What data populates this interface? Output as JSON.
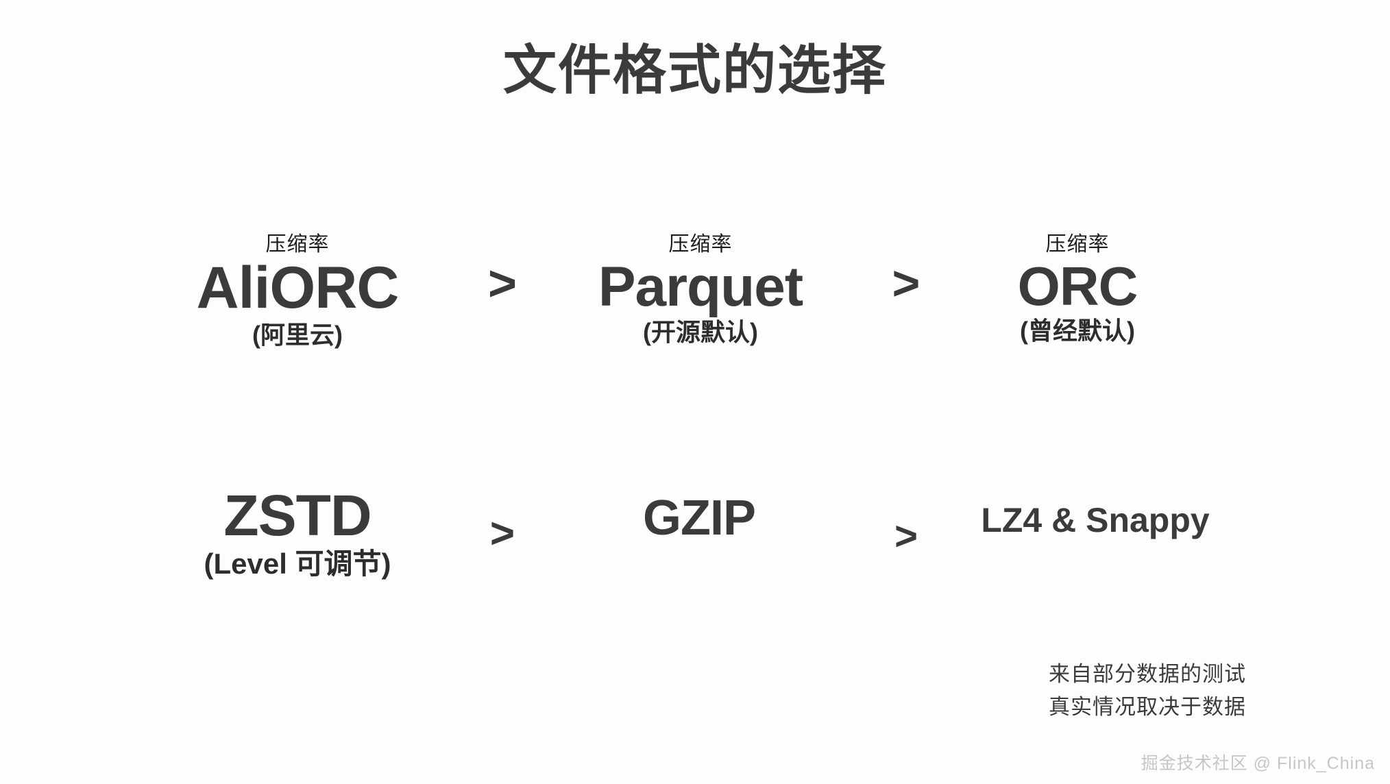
{
  "slide": {
    "title": "文件格式的选择",
    "background_color": "#fdfdfd",
    "text_color": "#3b3b3b"
  },
  "comparisons": [
    {
      "id": "file-format-row",
      "items": [
        {
          "caption": "压缩率",
          "name": "AliORC",
          "note": "(阿里云)"
        },
        {
          "caption": "压缩率",
          "name": "Parquet",
          "note": "(开源默认)"
        },
        {
          "caption": "压缩率",
          "name": "ORC",
          "note": "(曾经默认)"
        }
      ],
      "separators": [
        ">",
        ">"
      ]
    },
    {
      "id": "codec-row",
      "items": [
        {
          "caption": "",
          "name": "ZSTD",
          "note": "(Level 可调节)"
        },
        {
          "caption": "",
          "name": "GZIP",
          "note": ""
        },
        {
          "caption": "",
          "name": "LZ4 & Snappy",
          "note": ""
        }
      ],
      "separators": [
        ">",
        ">"
      ]
    }
  ],
  "notes": [
    "来自部分数据的测试",
    "真实情况取决于数据"
  ],
  "watermark": "掘金技术社区 @ Flink_China"
}
